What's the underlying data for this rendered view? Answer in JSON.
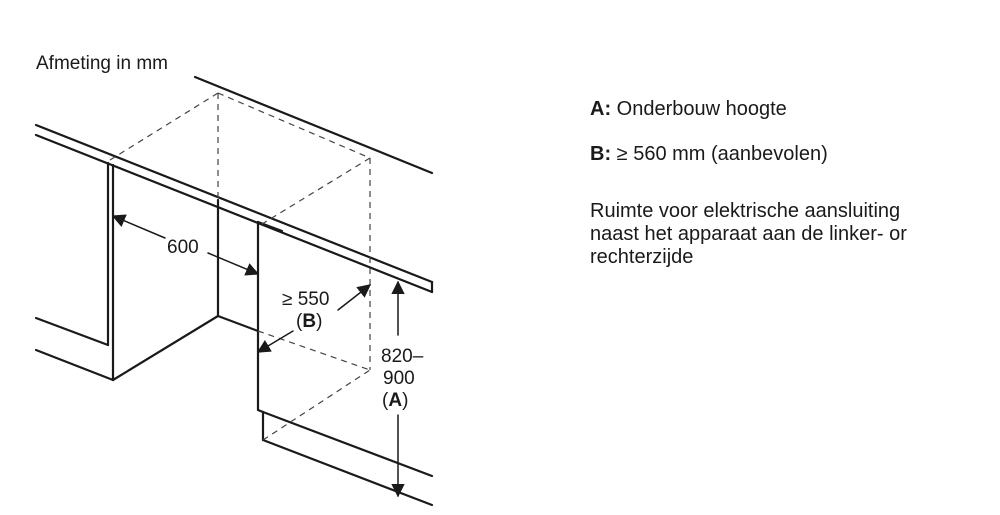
{
  "diagram": {
    "unit_caption": "Afmeting in mm",
    "width_label": "600",
    "depth_label": "≥ 550",
    "depth_ref_open": "(",
    "depth_ref_key": "B",
    "depth_ref_close": ")",
    "height_label_line1": "820–",
    "height_label_line2": "900",
    "height_ref_open": "(",
    "height_ref_key": "A",
    "height_ref_close": ")"
  },
  "legend": {
    "a_key": "A:",
    "a_text": " Onderbouw hoogte",
    "b_key": "B:",
    "b_text": " ≥ 560 mm (aanbevolen)",
    "note": "Ruimte voor elektrische aansluiting\nnaast het apparaat aan de linker- or\nrechterzijde"
  },
  "icons": {
    "dimension-arrows": "arrowhead"
  }
}
